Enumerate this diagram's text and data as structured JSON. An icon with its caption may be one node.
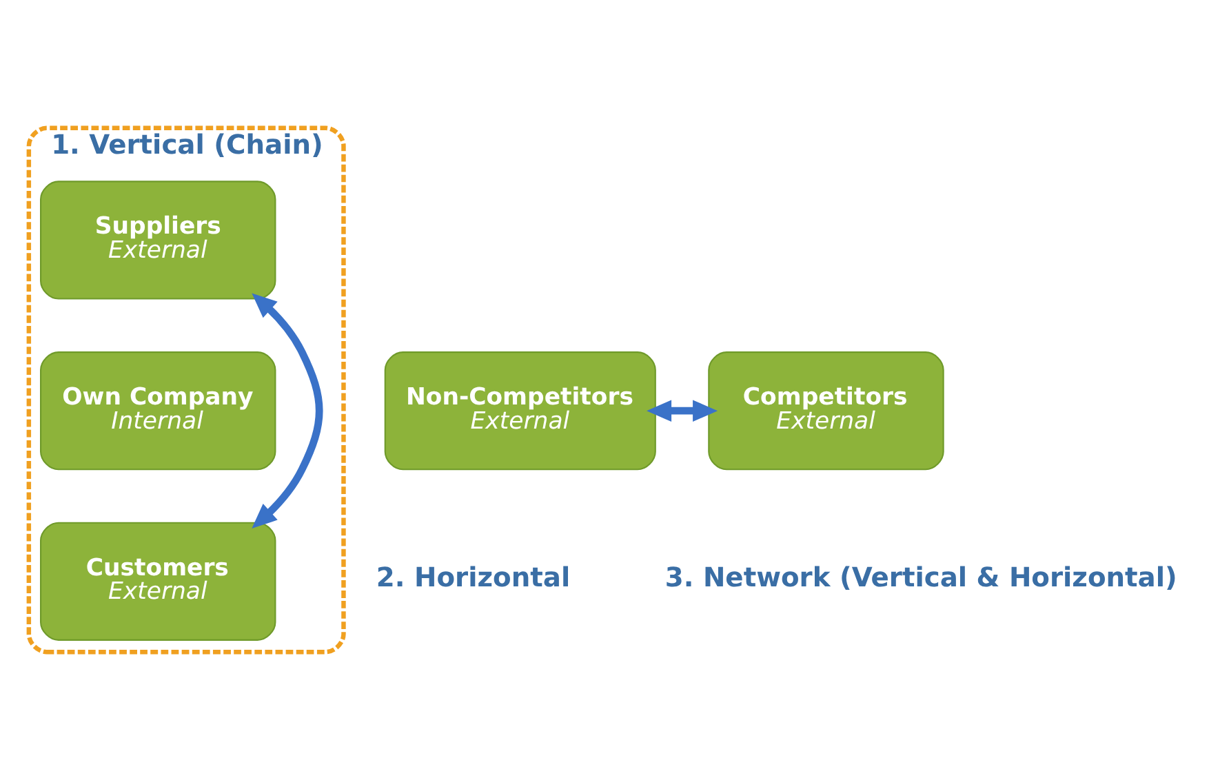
{
  "diagram": {
    "nodes": [
      {
        "text": [
          "1. Vertical (Chain)"
        ]
      },
      {
        "text": [
          "Suppliers",
          "External"
        ],
        "in": 0
      },
      {
        "text": [
          "Non-Competitors",
          "External"
        ]
      },
      {
        "text": [
          "Own Company",
          "Internal"
        ],
        "in": 0
      },
      {
        "text": [
          "Competitors",
          "External"
        ]
      },
      {
        "text": [
          "Customers",
          "External"
        ],
        "in": 0
      }
    ],
    "edges": [
      {
        "from": 1,
        "to": 5,
        "arrow": "both"
      },
      {
        "from": 2,
        "to": 4,
        "arrow": "both"
      }
    ],
    "labels": [
      "2. Horizontal",
      "3. Network (Vertical & Horizontal)"
    ]
  }
}
